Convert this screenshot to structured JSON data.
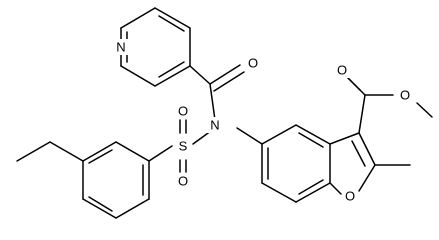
{
  "molecule": {
    "atoms": {
      "n_pyridine": "N",
      "o_carbonyl": "O",
      "n_amide": "N",
      "s_sulfonyl": "S",
      "o_sulfonyl_top": "O",
      "o_sulfonyl_bottom": "O",
      "o_ester_carbonyl": "O",
      "o_ester_methoxy": "O",
      "o_furan": "O"
    }
  }
}
